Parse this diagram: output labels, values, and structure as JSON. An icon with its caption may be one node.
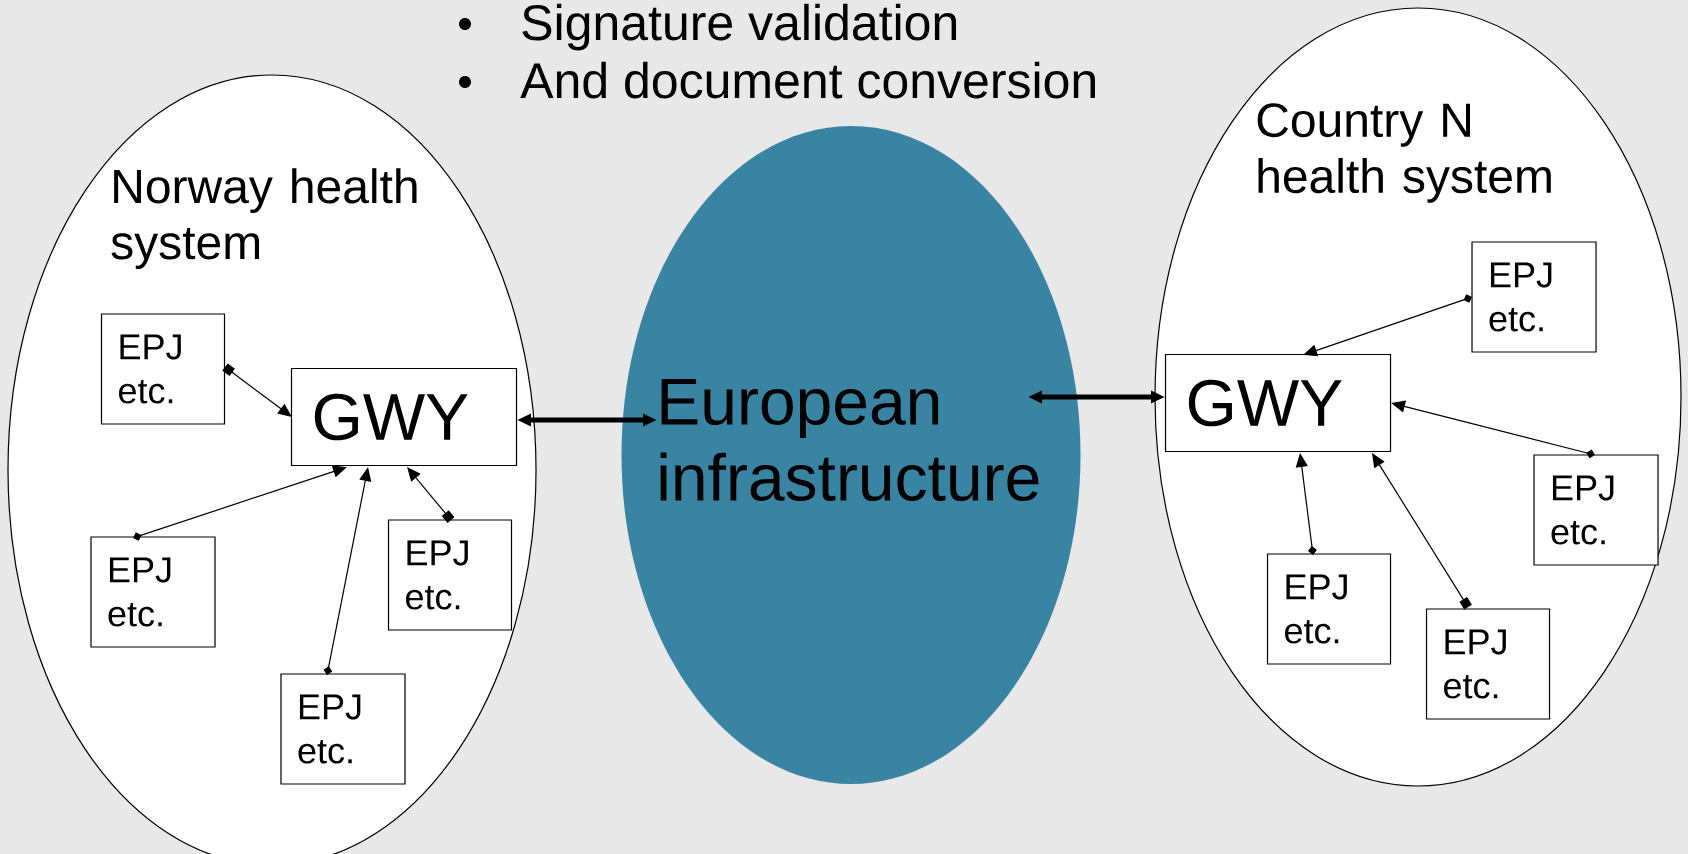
{
  "diagram": {
    "nodes": [
      {
        "text": [
          "Norway health system"
        ]
      },
      {
        "text": [
          "EPJ etc."
        ],
        "in": 0
      },
      {
        "text": [
          "GWY"
        ],
        "in": 0
      },
      {
        "text": [
          "EPJ etc."
        ],
        "in": 0
      },
      {
        "text": [
          "EPJ etc."
        ],
        "in": 0
      },
      {
        "text": [
          "EPJ etc."
        ],
        "in": 0
      },
      {
        "text": [
          "European infrastructure"
        ]
      },
      {
        "text": [
          "Country N health system"
        ]
      },
      {
        "text": [
          "EPJ etc."
        ],
        "in": 7
      },
      {
        "text": [
          "GWY"
        ],
        "in": 7
      },
      {
        "text": [
          "EPJ etc."
        ],
        "in": 7
      },
      {
        "text": [
          "EPJ etc."
        ],
        "in": 7
      },
      {
        "text": [
          "EPJ etc."
        ],
        "in": 7
      }
    ],
    "edges": [
      {
        "from": 1,
        "to": 2,
        "arrow": "to"
      },
      {
        "from": 3,
        "to": 2,
        "arrow": "to"
      },
      {
        "from": 5,
        "to": 2,
        "arrow": "to"
      },
      {
        "from": 4,
        "to": 2,
        "arrow": "to"
      },
      {
        "from": 2,
        "to": 6,
        "arrow": "both",
        "style": "thick"
      },
      {
        "from": 6,
        "to": 9,
        "arrow": "both",
        "style": "thick"
      },
      {
        "from": 8,
        "to": 9,
        "arrow": "to"
      },
      {
        "from": 10,
        "to": 9,
        "arrow": "to"
      },
      {
        "from": 11,
        "to": 9,
        "arrow": "to"
      },
      {
        "from": 12,
        "to": 9,
        "arrow": "to"
      }
    ],
    "labels": [
      "Signature validation",
      "And document conversion"
    ]
  }
}
